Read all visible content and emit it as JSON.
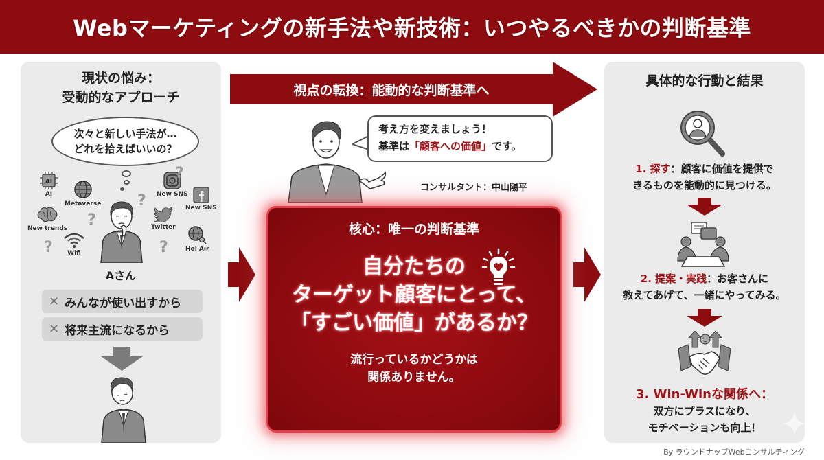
{
  "header": {
    "title": "Webマーケティングの新手法や新技術：いつやるべきかの判断基準"
  },
  "left_panel": {
    "title_line1": "現状の悩み：",
    "title_line2": "受動的なアプローチ",
    "thought_line1": "次々と新しい手法が…",
    "thought_line2": "どれを拾えばいいの？",
    "icons": [
      {
        "name": "ai",
        "label": "AI"
      },
      {
        "name": "metaverse",
        "label": "Metaverse"
      },
      {
        "name": "new-trends",
        "label": "New trends"
      },
      {
        "name": "wifi",
        "label": "Wifi"
      },
      {
        "name": "instagram",
        "label": "New SNS"
      },
      {
        "name": "facebook",
        "label": "New SNS"
      },
      {
        "name": "twitter",
        "label": "Twitter"
      },
      {
        "name": "hol-air",
        "label": "Hol Air"
      }
    ],
    "question_mark": "?",
    "person_name": "Aさん",
    "reasons": [
      {
        "mark": "✕",
        "text": "みんなが使い出すから"
      },
      {
        "mark": "✕",
        "text": "将来主流になるから"
      }
    ]
  },
  "center": {
    "arrow_label": "視点の転換：能動的な判断基準へ",
    "speech_line1": "考え方を変えましょう！",
    "speech_line2_pre": "基準は",
    "speech_line2_highlight": "「顧客への価値」",
    "speech_line2_post": "です。",
    "consultant": "コンサルタント：中山陽平",
    "core": {
      "title": "核心：唯一の判断基準",
      "main_line1": "自分たちの",
      "main_line2": "ターゲット顧客にとって、",
      "main_line3": "「すごい価値」があるか？",
      "sub_line1": "流行っているかどうかは",
      "sub_line2": "関係ありません。"
    }
  },
  "right_panel": {
    "title": "具体的な行動と結果",
    "steps": [
      {
        "num": "1. 探す",
        "sep": "：",
        "line1_rest": "顧客に価値を提供で",
        "line2": "きるものを能動的に見つける。"
      },
      {
        "num": "2. 提案・実践",
        "sep": "：",
        "line1_rest": "お客さんに",
        "line2": "教えてあげて、一緒にやってみる。"
      },
      {
        "num": "3. Win-Winな関係へ：",
        "line1": "双方にプラスになり、",
        "line2": "モチベーションも向上！"
      }
    ]
  },
  "footer": {
    "credit": "By ラウンドナップWebコンサルティング"
  },
  "colors": {
    "brand_red": "#8c0c10",
    "accent_red": "#a01418",
    "panel_grey": "#ebebeb",
    "reason_grey": "#d6d6d6",
    "glow": "#e5404a"
  }
}
